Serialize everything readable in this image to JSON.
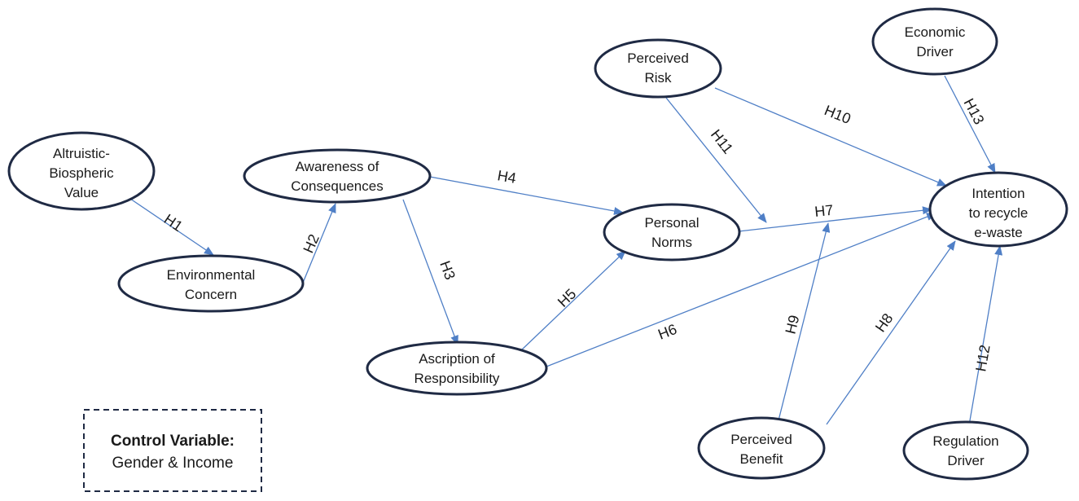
{
  "diagram": {
    "nodes": {
      "abv": [
        "Altruistic-",
        "Biospheric",
        "Value"
      ],
      "ec": [
        "Environmental",
        "Concern"
      ],
      "aoc": [
        "Awareness of",
        "Consequences"
      ],
      "aor": [
        "Ascription of",
        "Responsibility"
      ],
      "pn": [
        "Personal",
        "Norms"
      ],
      "pr": [
        "Perceived",
        "Risk"
      ],
      "ed": [
        "Economic",
        "Driver"
      ],
      "int": [
        "Intention",
        "to recycle",
        "e-waste"
      ],
      "pb": [
        "Perceived",
        "Benefit"
      ],
      "rd": [
        "Regulation",
        "Driver"
      ]
    },
    "edges": [
      {
        "from": "abv",
        "to": "ec",
        "label": "H1"
      },
      {
        "from": "ec",
        "to": "aoc",
        "label": "H2"
      },
      {
        "from": "aoc",
        "to": "aor",
        "label": "H3"
      },
      {
        "from": "aoc",
        "to": "pn",
        "label": "H4"
      },
      {
        "from": "aor",
        "to": "pn",
        "label": "H5"
      },
      {
        "from": "aor",
        "to": "int",
        "label": "H6"
      },
      {
        "from": "pn",
        "to": "int",
        "label": "H7"
      },
      {
        "from": "pb",
        "to": "int",
        "label": "H8"
      },
      {
        "from": "pb",
        "to": "pn-int-path",
        "label": "H9"
      },
      {
        "from": "pr",
        "to": "int",
        "label": "H10"
      },
      {
        "from": "pr",
        "to": "pn-int-path",
        "label": "H11"
      },
      {
        "from": "rd",
        "to": "int",
        "label": "H12"
      },
      {
        "from": "ed",
        "to": "int",
        "label": "H13"
      }
    ],
    "control": {
      "title": "Control Variable:",
      "body": "Gender & Income"
    },
    "colors": {
      "node_stroke": "#1f2a44",
      "arrow": "#4f7fc6"
    }
  }
}
